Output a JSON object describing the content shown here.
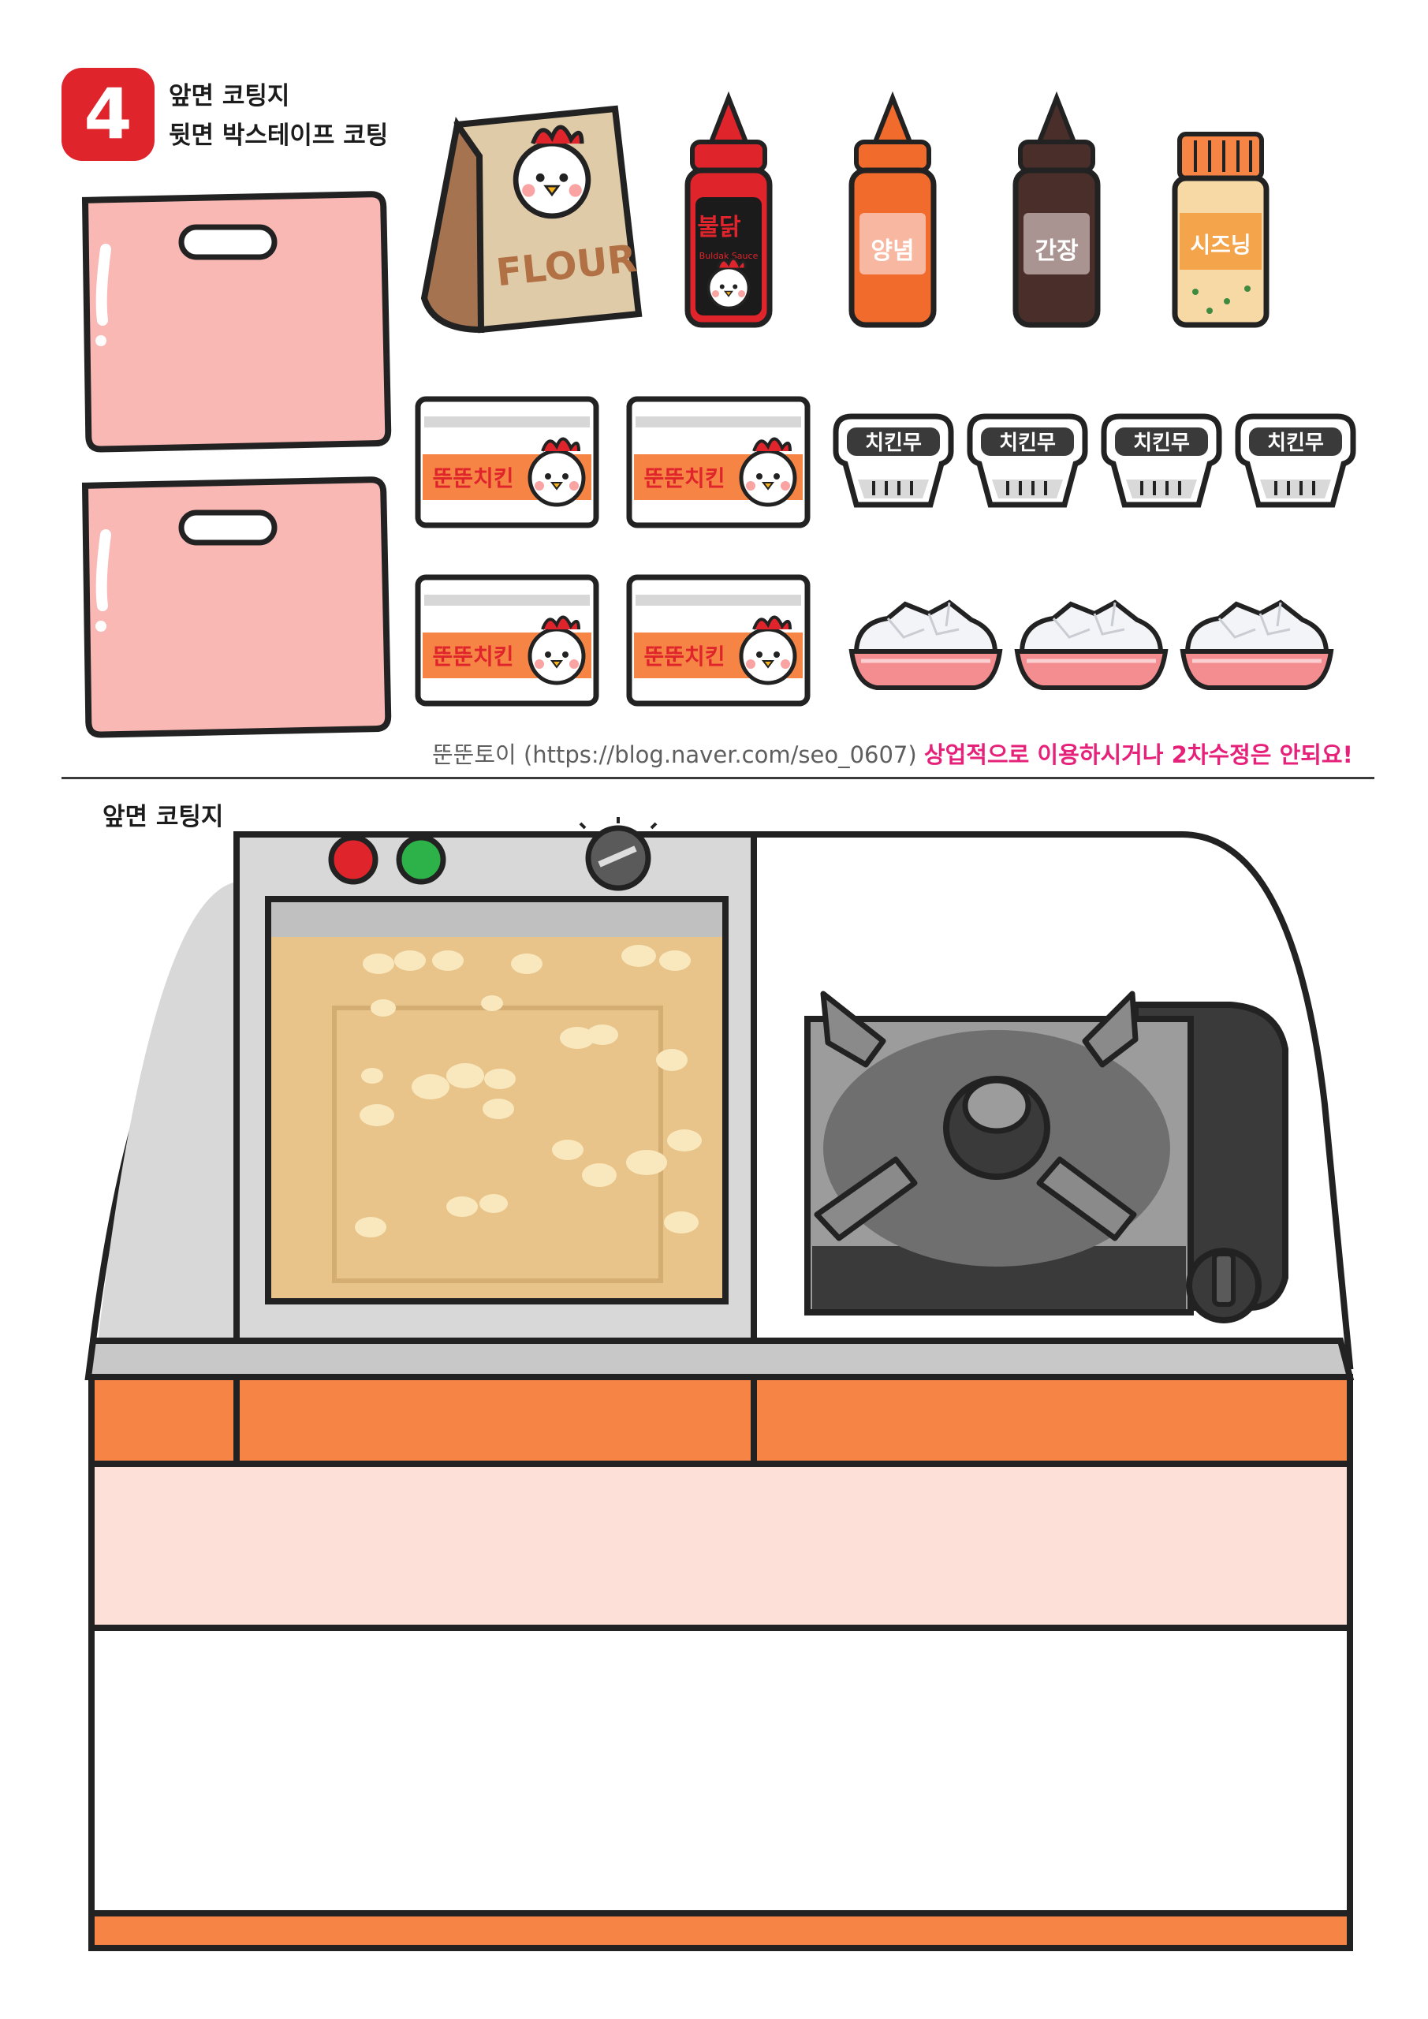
{
  "header": {
    "step_number": "4",
    "instruction_line1": "앞면 코팅지",
    "instruction_line2": "뒷면 박스테이프 코팅"
  },
  "items": {
    "flour_label": "FLOUR",
    "sauce_bottles": [
      {
        "label": "불닭",
        "sublabel": "Buldak Sauce",
        "color": "#e0242c"
      },
      {
        "label": "양념",
        "color": "#f06b2c"
      },
      {
        "label": "간장",
        "color": "#4a2e2a"
      },
      {
        "label": "시즈닝",
        "color": "#f4a44a"
      }
    ],
    "chicken_box_label": "뚠뚠치킨",
    "pickled_radish_label": "치킨무"
  },
  "credit": {
    "author_text": "뚠뚠토이 (https://blog.naver.com/seo_0607)",
    "warning_text": "상업적으로 이용하시거나 2차수정은 안되요!"
  },
  "section_label": "앞면 코팅지",
  "colors": {
    "badge": "#e0242c",
    "bag_pink": "#f9b8b4",
    "counter_orange": "#f58445",
    "counter_pink": "#fde0d7",
    "oil": "#e8c48a",
    "warning_pink": "#e6217a"
  }
}
